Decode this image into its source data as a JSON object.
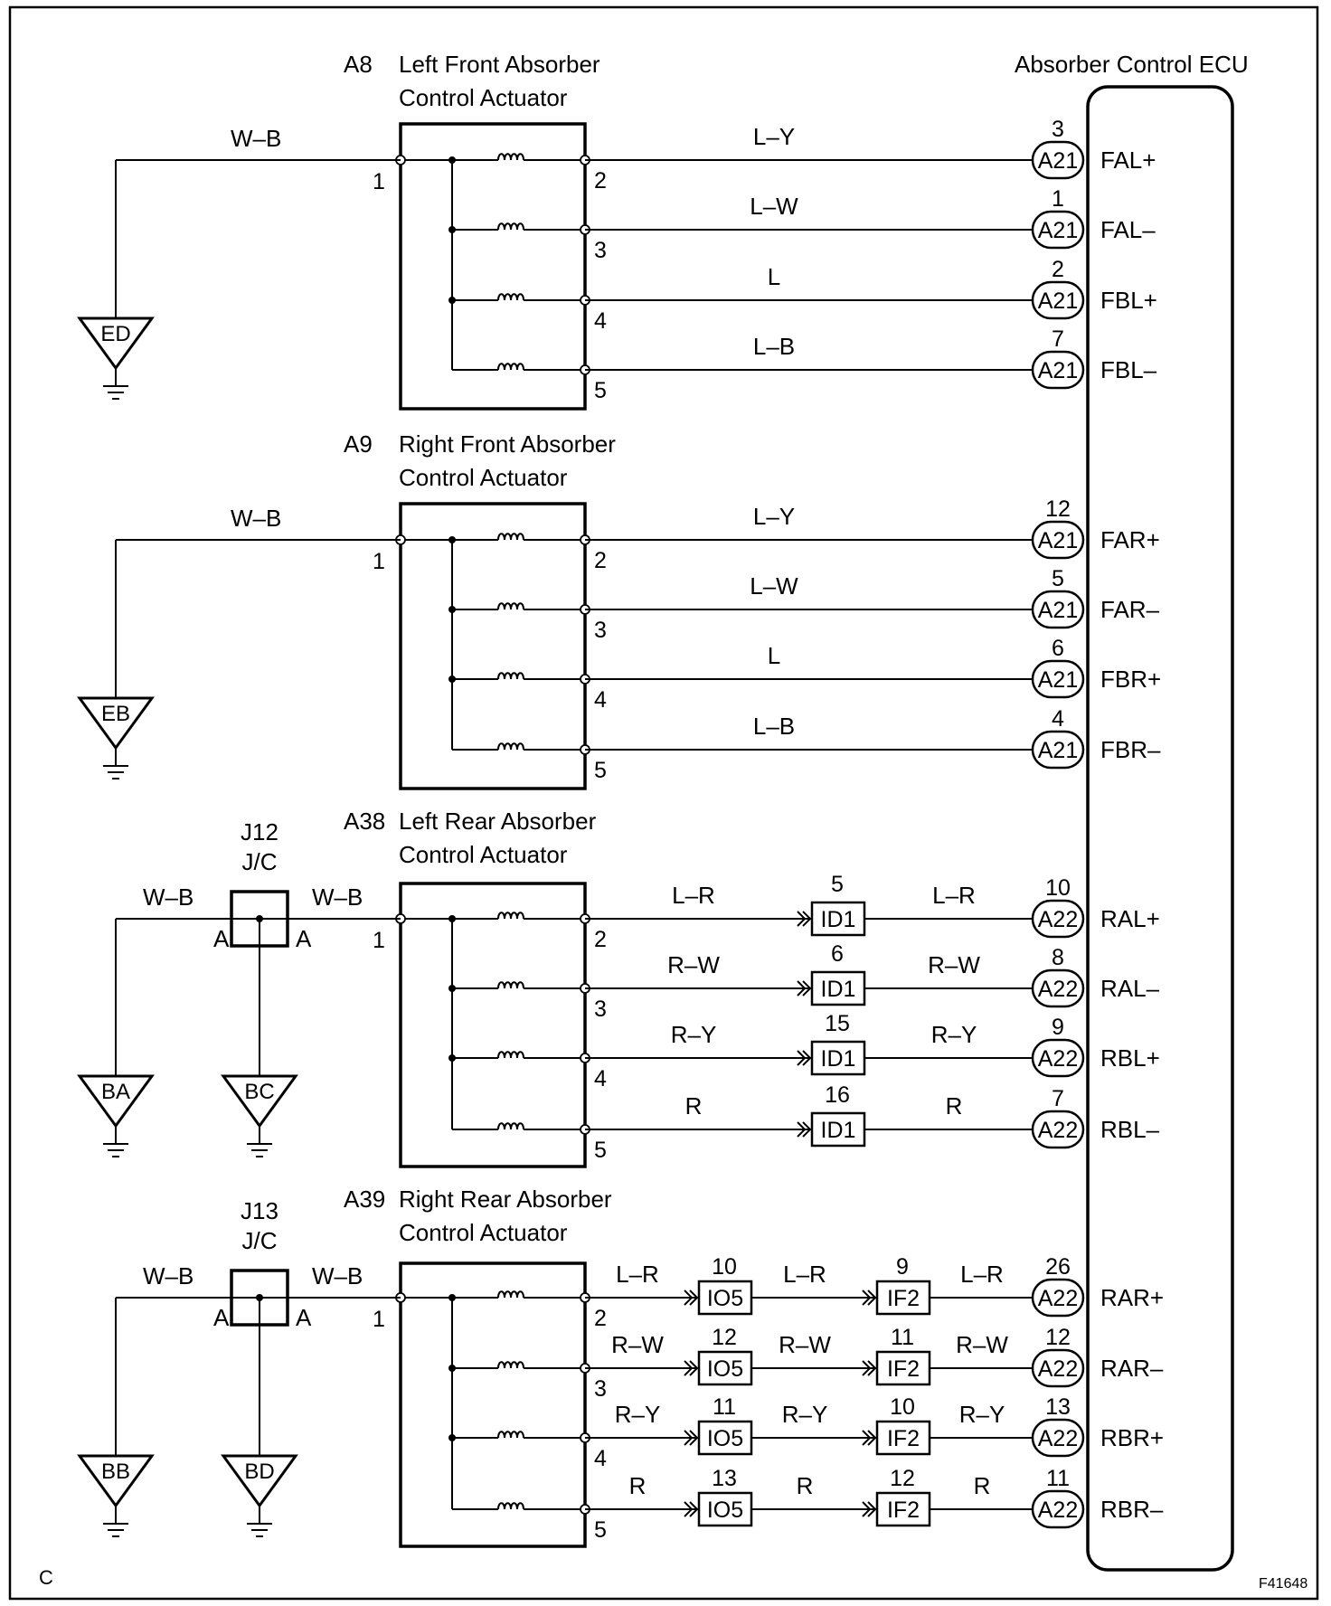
{
  "ecu": {
    "title": "Absorber Control ECU"
  },
  "corner": {
    "left": "C",
    "right": "F41648"
  },
  "wire_common": "W–B",
  "actuators": [
    {
      "id": "A8",
      "name1": "Left Front Absorber",
      "name2": "Control Actuator",
      "ground": "ED",
      "in_pin": "1",
      "rows": [
        {
          "pin": "2",
          "wire": "L–Y",
          "ecu_pin": "3",
          "ecu_conn": "A21",
          "signal": "FAL+"
        },
        {
          "pin": "3",
          "wire": "L–W",
          "ecu_pin": "1",
          "ecu_conn": "A21",
          "signal": "FAL–"
        },
        {
          "pin": "4",
          "wire": "L",
          "ecu_pin": "2",
          "ecu_conn": "A21",
          "signal": "FBL+"
        },
        {
          "pin": "5",
          "wire": "L–B",
          "ecu_pin": "7",
          "ecu_conn": "A21",
          "signal": "FBL–"
        }
      ]
    },
    {
      "id": "A9",
      "name1": "Right Front Absorber",
      "name2": "Control Actuator",
      "ground": "EB",
      "in_pin": "1",
      "rows": [
        {
          "pin": "2",
          "wire": "L–Y",
          "ecu_pin": "12",
          "ecu_conn": "A21",
          "signal": "FAR+"
        },
        {
          "pin": "3",
          "wire": "L–W",
          "ecu_pin": "5",
          "ecu_conn": "A21",
          "signal": "FAR–"
        },
        {
          "pin": "4",
          "wire": "L",
          "ecu_pin": "6",
          "ecu_conn": "A21",
          "signal": "FBR+"
        },
        {
          "pin": "5",
          "wire": "L–B",
          "ecu_pin": "4",
          "ecu_conn": "A21",
          "signal": "FBR–"
        }
      ]
    },
    {
      "id": "A38",
      "name1": "Left Rear Absorber",
      "name2": "Control Actuator",
      "jc": {
        "id": "J12",
        "label": "J/C",
        "pin_left": "A",
        "pin_right": "A",
        "ground": "BC"
      },
      "ground": "BA",
      "in_pin": "1",
      "rows": [
        {
          "pin": "2",
          "wire1": "L–R",
          "c1": "ID1",
          "c1_pin": "5",
          "wire": "L–R",
          "ecu_pin": "10",
          "ecu_conn": "A22",
          "signal": "RAL+"
        },
        {
          "pin": "3",
          "wire1": "R–W",
          "c1": "ID1",
          "c1_pin": "6",
          "wire": "R–W",
          "ecu_pin": "8",
          "ecu_conn": "A22",
          "signal": "RAL–"
        },
        {
          "pin": "4",
          "wire1": "R–Y",
          "c1": "ID1",
          "c1_pin": "15",
          "wire": "R–Y",
          "ecu_pin": "9",
          "ecu_conn": "A22",
          "signal": "RBL+"
        },
        {
          "pin": "5",
          "wire1": "R",
          "c1": "ID1",
          "c1_pin": "16",
          "wire": "R",
          "ecu_pin": "7",
          "ecu_conn": "A22",
          "signal": "RBL–"
        }
      ]
    },
    {
      "id": "A39",
      "name1": "Right Rear Absorber",
      "name2": "Control Actuator",
      "jc": {
        "id": "J13",
        "label": "J/C",
        "pin_left": "A",
        "pin_right": "A",
        "ground": "BD"
      },
      "ground": "BB",
      "in_pin": "1",
      "rows": [
        {
          "pin": "2",
          "wire1": "L–R",
          "c1": "IO5",
          "c1_pin": "10",
          "wire2": "L–R",
          "c2": "IF2",
          "c2_pin": "9",
          "wire": "L–R",
          "ecu_pin": "26",
          "ecu_conn": "A22",
          "signal": "RAR+"
        },
        {
          "pin": "3",
          "wire1": "R–W",
          "c1": "IO5",
          "c1_pin": "12",
          "wire2": "R–W",
          "c2": "IF2",
          "c2_pin": "11",
          "wire": "R–W",
          "ecu_pin": "12",
          "ecu_conn": "A22",
          "signal": "RAR–"
        },
        {
          "pin": "4",
          "wire1": "R–Y",
          "c1": "IO5",
          "c1_pin": "11",
          "wire2": "R–Y",
          "c2": "IF2",
          "c2_pin": "10",
          "wire": "R–Y",
          "ecu_pin": "13",
          "ecu_conn": "A22",
          "signal": "RBR+"
        },
        {
          "pin": "5",
          "wire1": "R",
          "c1": "IO5",
          "c1_pin": "13",
          "wire2": "R",
          "c2": "IF2",
          "c2_pin": "12",
          "wire": "R",
          "ecu_pin": "11",
          "ecu_conn": "A22",
          "signal": "RBR–"
        }
      ]
    }
  ]
}
